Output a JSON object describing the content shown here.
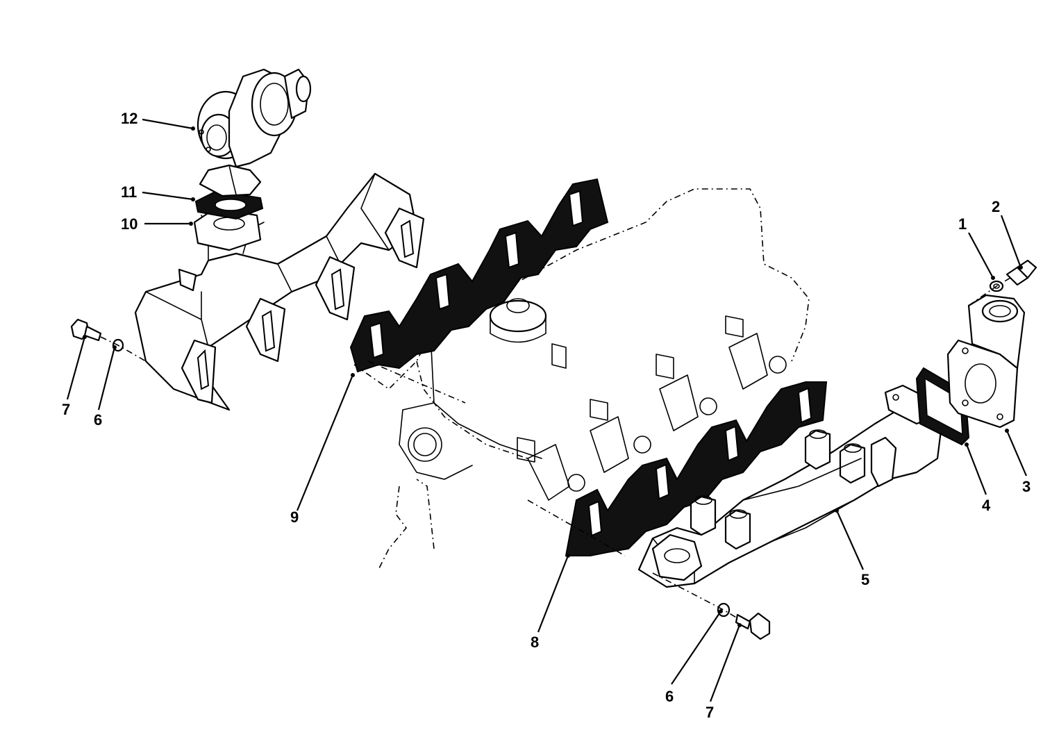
{
  "callouts": {
    "c1": "1",
    "c2": "2",
    "c3": "3",
    "c4": "4",
    "c5": "5",
    "c6a": "6",
    "c6b": "6",
    "c7a": "7",
    "c7b": "7",
    "c8": "8",
    "c9": "9",
    "c10": "10",
    "c11": "11",
    "c12": "12"
  }
}
